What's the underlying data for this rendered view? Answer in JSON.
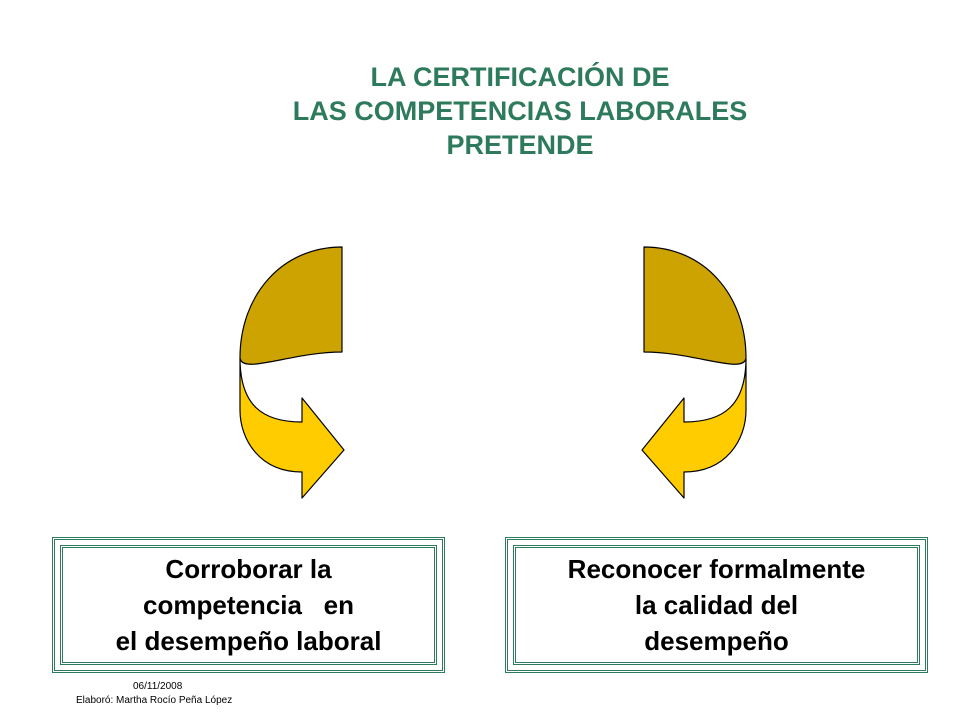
{
  "title": {
    "line1": "LA CERTIFICACIÓN  DE",
    "line2": "LAS COMPETENCIAS  LABORALES",
    "line3": "PRETENDE"
  },
  "boxes": [
    {
      "line1": "Corroborar la",
      "line2": "competencia   en",
      "line3": "el desempeño laboral"
    },
    {
      "line1": "Reconocer formalmente",
      "line2": "la calidad del",
      "line3": "desempeño"
    }
  ],
  "footer": {
    "date": "06/11/2008",
    "author": "Elaboró:  Martha Rocío Peña López"
  },
  "colors": {
    "title": "#2e7a5c",
    "arrow_top": "#cca300",
    "arrow_bottom": "#ffcc00",
    "box_border": "#2e7a5c"
  },
  "icons": [
    "curved-arrow-left-icon",
    "curved-arrow-right-icon"
  ]
}
